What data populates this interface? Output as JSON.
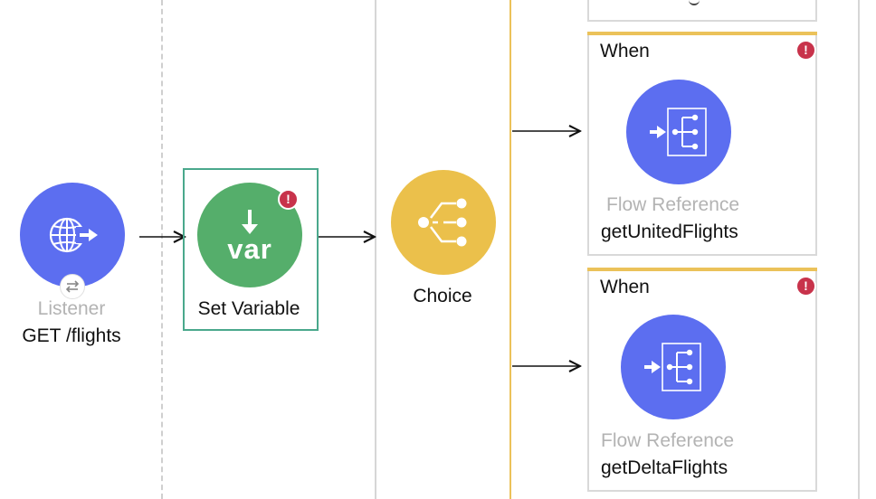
{
  "flow": {
    "listener": {
      "type_label": "Listener",
      "name": "GET /flights",
      "icon": "globe-arrow-icon",
      "color": "#5c6ef0"
    },
    "set_variable": {
      "icon_text": "var",
      "name": "Set Variable",
      "error_mark": "!",
      "color": "#55ae6b",
      "selected_border": "#4aa88c"
    },
    "choice": {
      "name": "Choice",
      "icon": "branch-icon",
      "color": "#ebc04b"
    },
    "routes": [
      {
        "header": "When",
        "error_mark": "!",
        "type_label": "Flow Reference",
        "name": "getUnitedFlights",
        "color": "#5c6ef0"
      },
      {
        "header": "When",
        "error_mark": "!",
        "type_label": "Flow Reference",
        "name": "getDeltaFlights",
        "color": "#5c6ef0"
      }
    ]
  }
}
